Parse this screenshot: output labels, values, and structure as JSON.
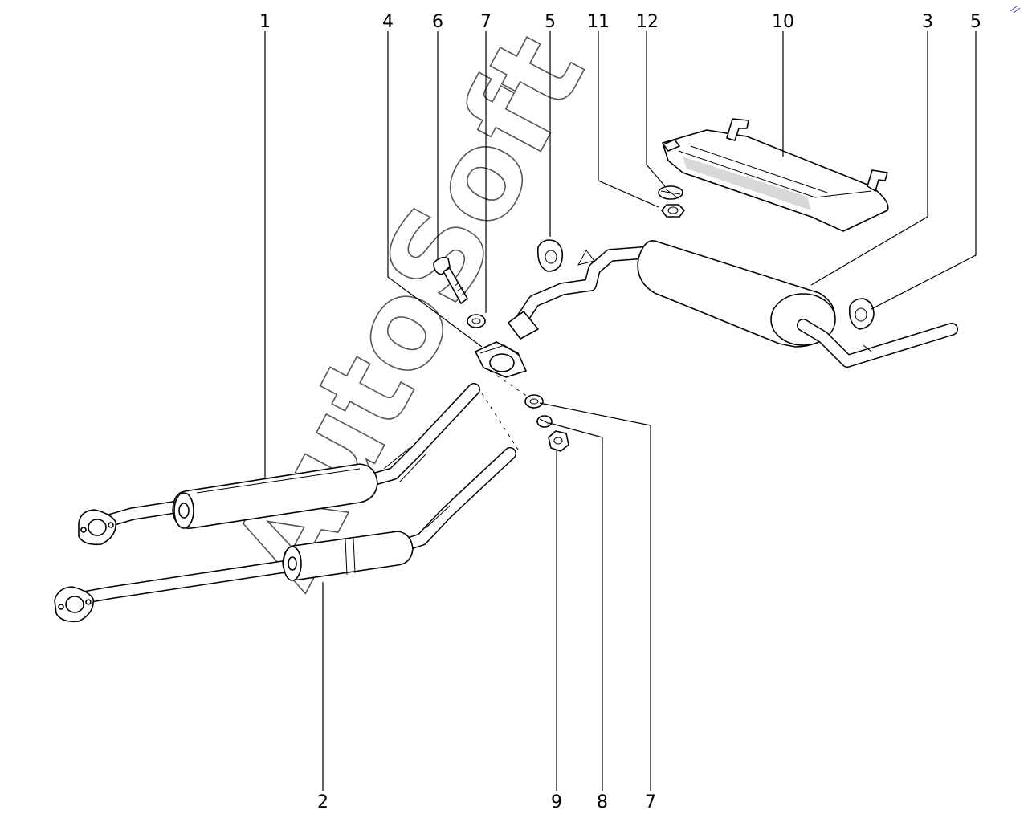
{
  "diagram": {
    "labels_top": [
      "1",
      "4",
      "6",
      "7",
      "5",
      "11",
      "12",
      "10",
      "3",
      "5"
    ],
    "labels_bottom": [
      "2",
      "9",
      "8",
      "7"
    ]
  },
  "watermark": {
    "text": "AutoSoft"
  }
}
